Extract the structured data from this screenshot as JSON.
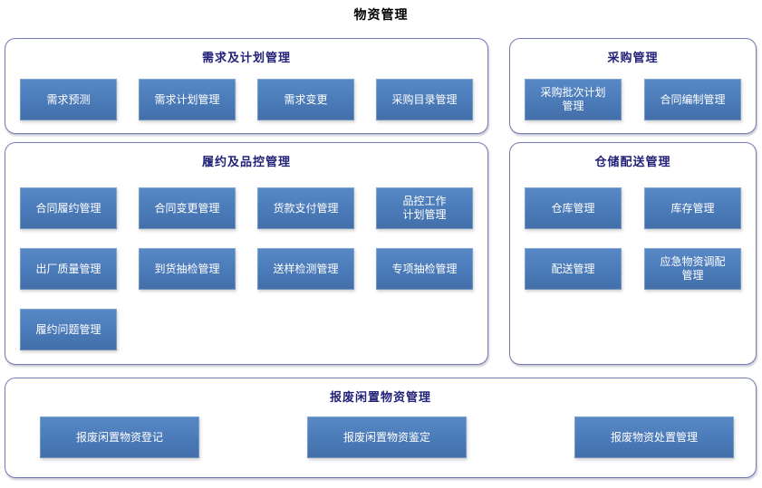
{
  "page_title": "物资管理",
  "colors": {
    "button_blue": "#4a7ab8",
    "section_title_navy": "#22227a",
    "panel_border_purple": "#7579b6",
    "button_text": "#ffffff"
  },
  "sections": [
    {
      "title": "需求及计划管理",
      "buttons": [
        "需求预测",
        "需求计划管理",
        "需求变更",
        "采购目录管理"
      ]
    },
    {
      "title": "采购管理",
      "buttons": [
        "采购批次计划\n管理",
        "合同编制管理"
      ]
    },
    {
      "title": "履约及品控管理",
      "rows": [
        [
          "合同履约管理",
          "合同变更管理",
          "货款支付管理",
          "品控工作\n计划管理"
        ],
        [
          "出厂质量管理",
          "到货抽检管理",
          "送样检测管理",
          "专项抽检管理"
        ],
        [
          "履约问题管理"
        ]
      ]
    },
    {
      "title": "仓储配送管理",
      "rows": [
        [
          "仓库管理",
          "库存管理"
        ],
        [
          "配送管理",
          "应急物资调配\n管理"
        ]
      ]
    },
    {
      "title": "报废闲置物资管理",
      "buttons": [
        "报废闲置物资登记",
        "报废闲置物资鉴定",
        "报废物资处置管理"
      ]
    }
  ]
}
